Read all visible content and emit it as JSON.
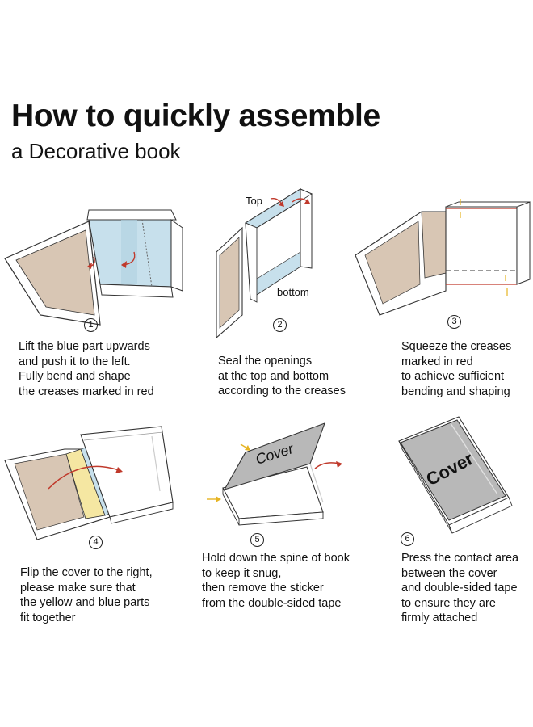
{
  "title": "How to quickly assemble",
  "subtitle": "a Decorative book",
  "colors": {
    "outline": "#333333",
    "beige": "#d8c6b4",
    "blue": "#c7e0ec",
    "yellow": "#f5e7a2",
    "gray": "#b8b8b8",
    "red_arrow": "#c0392b",
    "yellow_arrow": "#e6b422"
  },
  "steps": [
    {
      "number": "1",
      "lines": [
        "Lift the blue part upwards",
        "and push it to the left.",
        "Fully bend and shape",
        "the creases marked in red"
      ]
    },
    {
      "number": "2",
      "lines": [
        "Seal the openings",
        "at the top and bottom",
        "according to the creases"
      ],
      "labels": {
        "top": "Top",
        "bottom": "bottom"
      }
    },
    {
      "number": "3",
      "lines": [
        "Squeeze the creases",
        "marked in red",
        "to achieve sufficient",
        "bending and shaping"
      ]
    },
    {
      "number": "4",
      "lines": [
        "Flip the cover to the right,",
        "please make sure that",
        "the yellow and blue parts",
        "fit together"
      ]
    },
    {
      "number": "5",
      "lines": [
        "Hold down the spine of book",
        "to keep it snug,",
        "then remove the sticker",
        "from the double-sided tape"
      ],
      "labels": {
        "cover": "Cover"
      }
    },
    {
      "number": "6",
      "lines": [
        "Press the contact area",
        "between the cover",
        "and double-sided tape",
        "to ensure they are",
        "firmly attached"
      ],
      "labels": {
        "cover": "Cover"
      }
    }
  ]
}
